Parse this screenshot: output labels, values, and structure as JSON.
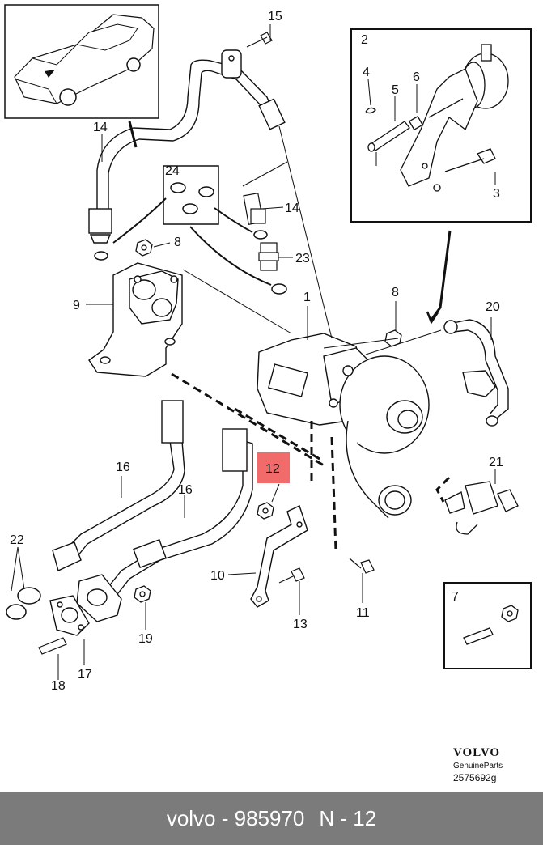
{
  "callouts": {
    "c1": "1",
    "c2": "2",
    "c3": "3",
    "c4": "4",
    "c5": "5",
    "c6": "6",
    "c7": "7",
    "c8a": "8",
    "c8b": "8",
    "c9": "9",
    "c10": "10",
    "c11": "11",
    "c12": "12",
    "c13": "13",
    "c14a": "14",
    "c14b": "14",
    "c15": "15",
    "c16a": "16",
    "c16b": "16",
    "c17": "17",
    "c18": "18",
    "c19": "19",
    "c20": "20",
    "c21": "21",
    "c22": "22",
    "c23": "23",
    "c24": "24"
  },
  "highlight_color": "#f26b6b",
  "brand": {
    "logo": "VOLVO",
    "subtitle": "GenuineParts",
    "drawing_code": "2575692g"
  },
  "footer": {
    "part_label": "volvo - 985970",
    "position_label": "N - 12"
  }
}
